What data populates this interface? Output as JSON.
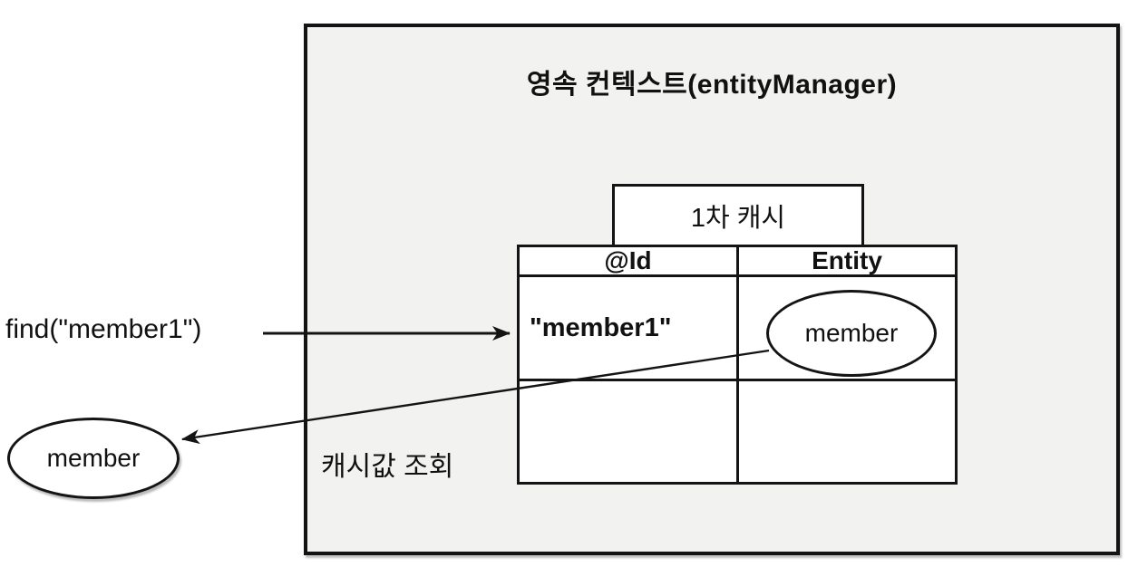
{
  "diagram": {
    "context_box": {
      "title": "영속 컨텍스트(entityManager)"
    },
    "cache_tab": {
      "label": "1차 캐시"
    },
    "table": {
      "headers": [
        "@Id",
        "Entity"
      ],
      "rows": [
        {
          "id": "\"member1\"",
          "entity": "member"
        },
        {
          "id": "",
          "entity": ""
        }
      ]
    },
    "result_entity": {
      "label": "member"
    },
    "find_call": {
      "label": "find(\"member1\")"
    },
    "lookup_caption": {
      "label": "캐시값 조회"
    },
    "colors": {
      "line": "#141414",
      "box_fill": "#f2f2f1",
      "cell_fill": "#ffffff"
    }
  }
}
